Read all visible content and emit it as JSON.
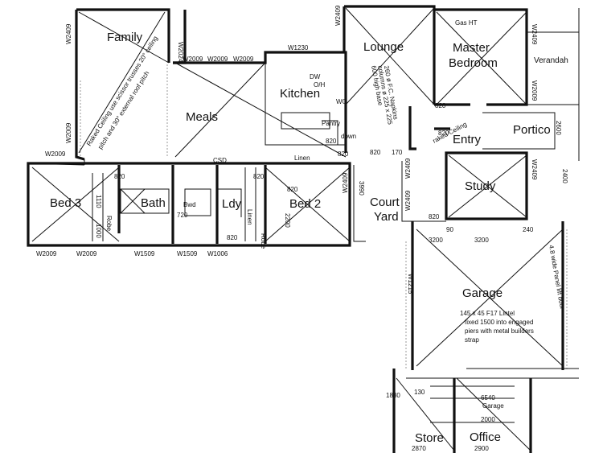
{
  "plan": {
    "rooms": {
      "family": "Family",
      "lounge": "Lounge",
      "master_bedroom_1": "Master",
      "master_bedroom_2": "Bedroom",
      "verandah": "Verandah",
      "kitchen": "Kitchen",
      "meals": "Meals",
      "portico": "Portico",
      "entry": "Entry",
      "bed3": "Bed 3",
      "bath": "Bath",
      "ldy": "Ldy",
      "bed2": "Bed 2",
      "court_yard_1": "Court",
      "court_yard_2": "Yard",
      "study": "Study",
      "garage": "Garage",
      "store": "Store",
      "office": "Office",
      "linen": "Linen",
      "pantry": "Pantry",
      "robe_a": "Robe",
      "robe_b": "Robe",
      "linen_v": "Linen",
      "garage_small": "Garage"
    },
    "windows": {
      "w2409_family": "W2409",
      "w2024_family": "W2024",
      "w2009_family_a": "W2009",
      "w2009_meals": "W2009",
      "w2009_meals_b": "W2009",
      "w1230": "W1230",
      "w2409_lounge": "W2409",
      "w2409_master": "W2409",
      "w2009_master": "W2009",
      "w2409_verandah": "W2409",
      "w2009_family_side": "W2009",
      "w2009_bed3": "W2009",
      "w2009_bed3_b": "W2009",
      "w2009_bottom_a": "W2009",
      "w1509_a": "W1509",
      "w1509_b": "W1509",
      "w1006": "W1006",
      "w2409_bed2": "W2409",
      "w2409_court": "W2409",
      "w2409_study": "W2409",
      "w2409_study_b": "W2409",
      "w1215": "W1215"
    },
    "dims": {
      "d820_a": "820",
      "d820_b": "820",
      "d820_c": "820",
      "d820_d": "820",
      "d820_e": "820",
      "d820_f": "820",
      "d820_g": "820",
      "d820_h": "820",
      "d820_i": "820",
      "d820_j": "820",
      "d720": "720",
      "d170": "170",
      "d90": "90",
      "d240": "240",
      "d3200a": "3200",
      "d3200b": "3200",
      "d2200": "2200",
      "d3990": "3990",
      "d1000": "1000",
      "d1110": "1110",
      "d130": "130",
      "d6540": "6540",
      "d2000": "2000",
      "d2870": "2870",
      "d2900": "2900",
      "d2600": "2600",
      "d2400": "2400",
      "d1830": "1830"
    },
    "labels": {
      "csd": "CSD",
      "dw": "DW",
      "oh": "O/H",
      "wo": "WO",
      "bwd": "Bwd",
      "down": "down",
      "gas": "Gas HT",
      "raked_ceiling": "raked Ceiling",
      "family_note_1": "Raked Ceiling use scissor trusses 20° ceiling",
      "family_note_2": "pitch and 30° external roof pitch",
      "lounge_note_1": "260 ø F.C. Napkins",
      "lounge_note_2": "columns ø 225 x 225",
      "lounge_note_3": "600 high base",
      "garage_note_1": "145 x 45 F17 Lintel",
      "garage_note_2": "fixed 1500 into engaged",
      "garage_note_3": "piers with metal builders",
      "garage_note_4": "strap",
      "garage_door_note": "4.8 wide Panel lift door"
    }
  }
}
